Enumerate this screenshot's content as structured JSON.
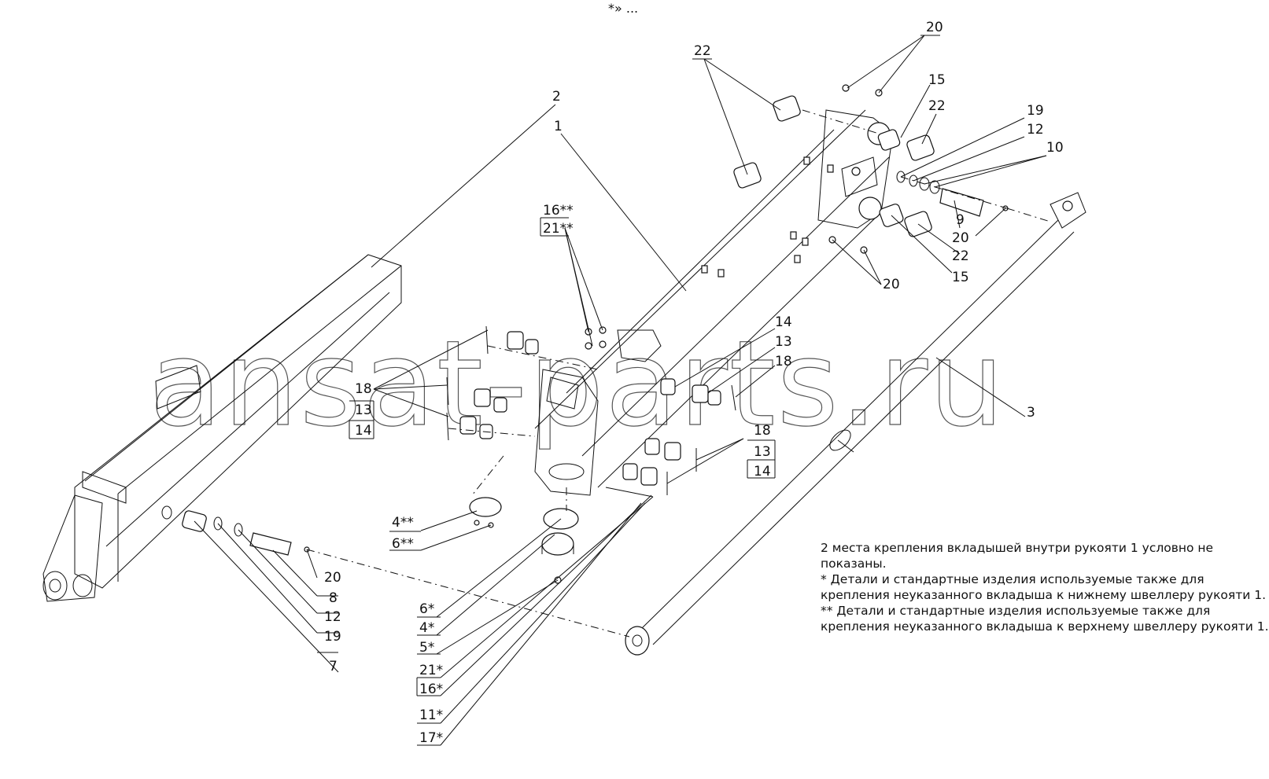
{
  "header_mark": "*» ...",
  "watermark": "ansat-parts.ru",
  "callouts": {
    "c2": "2",
    "c1": "1",
    "c22a": "22",
    "c20a": "20",
    "c15a": "15",
    "c22b": "22",
    "c19a": "19",
    "c12a": "12",
    "c10": "10",
    "c9": "9",
    "c20b": "20",
    "c22c": "22",
    "c15b": "15",
    "c20c": "20",
    "c16ss": "16**",
    "c21ss": "21**",
    "c14a": "14",
    "c13a": "13",
    "c18a": "18",
    "c3": "3",
    "c18b": "18",
    "c13b": "13",
    "c14b": "14",
    "c18c": "18",
    "c13c": "13",
    "c14c": "14",
    "c4ss": "4**",
    "c6ss": "6**",
    "c20d": "20",
    "c8": "8",
    "c12b": "12",
    "c19b": "19",
    "c7": "7",
    "c6s": "6*",
    "c4s": "4*",
    "c5s": "5*",
    "c21s": "21*",
    "c16s": "16*",
    "c11s": "11*",
    "c17s": "17*"
  },
  "notes": [
    "2 места крепления вкладышей внутри рукояти 1 условно не",
    "показаны.",
    "*    Детали и стандартные изделия используемые также для",
    "крепления неуказанного вкладыша к нижнему швеллеру рукояти 1.",
    "**   Детали и стандартные изделия используемые также для",
    "крепления неуказанного вкладыша к верхнему швеллеру рукояти 1."
  ]
}
